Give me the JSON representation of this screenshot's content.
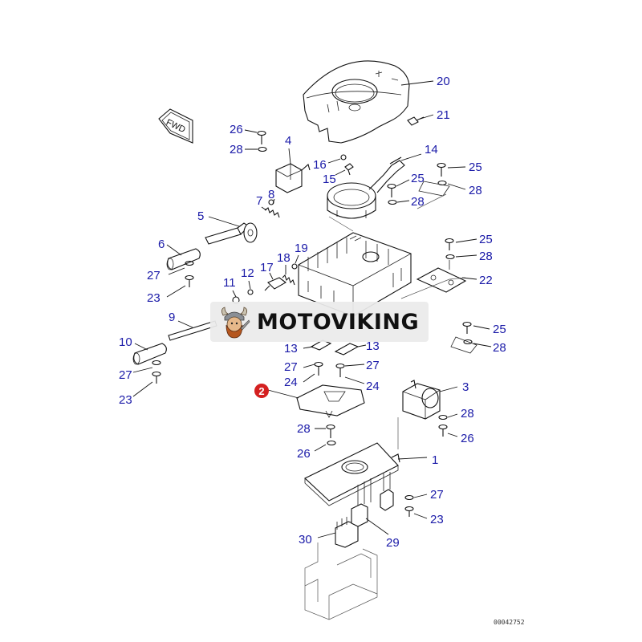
{
  "diagram": {
    "direction_tag": "FWD",
    "drawing_code": "00042752",
    "highlight_color": "#d42020",
    "label_color": "#1a1aa8",
    "parts": [
      {
        "id": "p20a",
        "number": "20"
      },
      {
        "id": "p21",
        "number": "21"
      },
      {
        "id": "p26a",
        "number": "26"
      },
      {
        "id": "p28a",
        "number": "28"
      },
      {
        "id": "p4",
        "number": "4"
      },
      {
        "id": "p14",
        "number": "14"
      },
      {
        "id": "p16",
        "number": "16"
      },
      {
        "id": "p15",
        "number": "15"
      },
      {
        "id": "p25a",
        "number": "25"
      },
      {
        "id": "p25b",
        "number": "25"
      },
      {
        "id": "p28b",
        "number": "28"
      },
      {
        "id": "p28c",
        "number": "28"
      },
      {
        "id": "p7",
        "number": "7"
      },
      {
        "id": "p8",
        "number": "8"
      },
      {
        "id": "p5",
        "number": "5"
      },
      {
        "id": "p6",
        "number": "6"
      },
      {
        "id": "p25c",
        "number": "25"
      },
      {
        "id": "p28d",
        "number": "28"
      },
      {
        "id": "p19",
        "number": "19"
      },
      {
        "id": "p18",
        "number": "18"
      },
      {
        "id": "p17",
        "number": "17"
      },
      {
        "id": "p12",
        "number": "12"
      },
      {
        "id": "p22",
        "number": "22"
      },
      {
        "id": "p27a",
        "number": "27"
      },
      {
        "id": "p11",
        "number": "11"
      },
      {
        "id": "p23a",
        "number": "23"
      },
      {
        "id": "p9",
        "number": "9"
      },
      {
        "id": "p25d",
        "number": "25"
      },
      {
        "id": "p28e",
        "number": "28"
      },
      {
        "id": "p10",
        "number": "10"
      },
      {
        "id": "p13a",
        "number": "13"
      },
      {
        "id": "p13b",
        "number": "13"
      },
      {
        "id": "p27b",
        "number": "27"
      },
      {
        "id": "p27c",
        "number": "27"
      },
      {
        "id": "p24a",
        "number": "24"
      },
      {
        "id": "p24b",
        "number": "24"
      },
      {
        "id": "p27d",
        "number": "27"
      },
      {
        "id": "p23b",
        "number": "23"
      },
      {
        "id": "p3",
        "number": "3"
      },
      {
        "id": "p28f",
        "number": "28"
      },
      {
        "id": "p26b",
        "number": "26"
      },
      {
        "id": "p28g",
        "number": "28"
      },
      {
        "id": "p26c",
        "number": "26"
      },
      {
        "id": "p1",
        "number": "1"
      },
      {
        "id": "p27e",
        "number": "27"
      },
      {
        "id": "p23c",
        "number": "23"
      },
      {
        "id": "p30",
        "number": "30"
      },
      {
        "id": "p29",
        "number": "29"
      }
    ],
    "highlighted_part": {
      "number": "2"
    }
  },
  "watermark": {
    "text": "MOTOVIKING"
  }
}
